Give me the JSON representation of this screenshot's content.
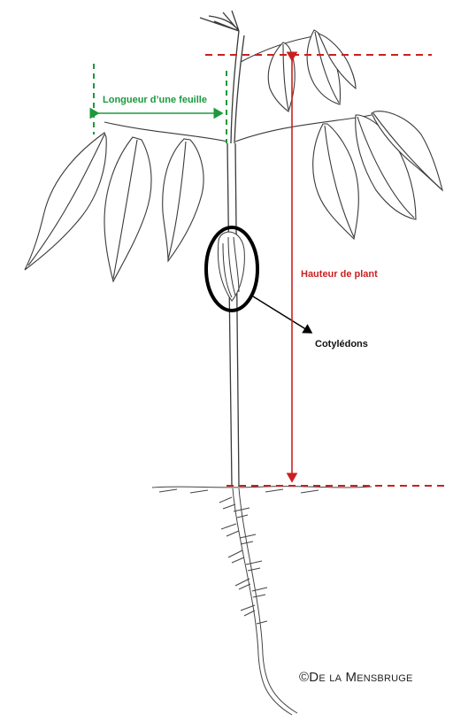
{
  "labels": {
    "leaf_length": "Longueur d’une feuille",
    "plant_height": "Hauteur de plant",
    "cotyledons": "Cotylédons"
  },
  "credit": {
    "symbol": "©",
    "d": "D",
    "e": "E",
    "space1": " ",
    "l": "L",
    "a": "A",
    "m": "M",
    "ensbruge": "ENSBRUGE"
  },
  "colors": {
    "leaf_length": "#1a9a3c",
    "plant_height": "#cc1f1f",
    "ink": "#3a3a3a",
    "cotyledon_ring": "#000000"
  }
}
